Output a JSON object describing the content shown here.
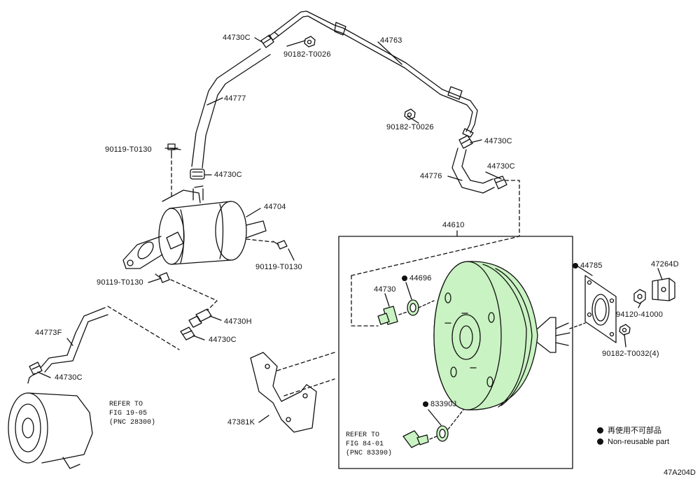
{
  "colors": {
    "highlight": "#c9f3c2",
    "line": "#111111"
  },
  "parts": {
    "p44730C_top": "44730C",
    "p90182_top": "90182-T0026",
    "p44763": "44763",
    "p44777": "44777",
    "p90182_mid": "90182-T0026",
    "p44730C_right1": "44730C",
    "p90119_left": "90119-T0130",
    "p44730C_mid": "44730C",
    "p44776": "44776",
    "p44730C_right2": "44730C",
    "p44704": "44704",
    "p44610": "44610",
    "p90119_right": "90119-T0130",
    "p44785": "44785",
    "p47264D": "47264D",
    "p44696": "44696",
    "p90119_low": "90119-T0130",
    "p44730": "44730",
    "p94120": "94120-41000",
    "p44730H": "44730H",
    "p44773F": "44773F",
    "p44730C_low": "44730C",
    "p90182_T0032": "90182-T0032(4)",
    "p44730C_bottom": "44730C",
    "p47381K": "47381K",
    "p83390J": "83390J"
  },
  "refer1": {
    "line1": "REFER TO",
    "line2": "FIG 19-05",
    "line3": "(PNC 28300)"
  },
  "refer2": {
    "line1": "REFER TO",
    "line2": "FIG 84-01",
    "line3": "(PNC 83390)"
  },
  "legend": {
    "jp": "再使用不可部品",
    "en": "Non-reusable part"
  },
  "figure_code": "47A204D"
}
